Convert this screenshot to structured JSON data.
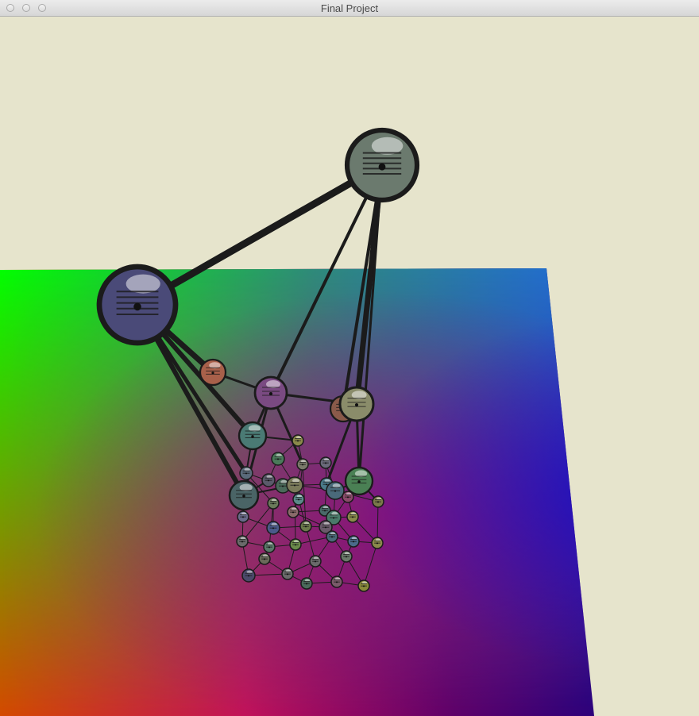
{
  "window": {
    "title": "Final Project",
    "controls": [
      "close-button",
      "minimize-button",
      "zoom-button"
    ]
  },
  "scene": {
    "background_color": "#e6e4cc",
    "edge_color": "#1b1b1b",
    "plane_colors": {
      "corner_top_left": "#00ff00",
      "corner_top_right": "#1b5cff",
      "corner_bottom_left": "#d44a00",
      "corner_bottom_right": "#0c0088",
      "middle_magenta": "#a0007a"
    }
  }
}
